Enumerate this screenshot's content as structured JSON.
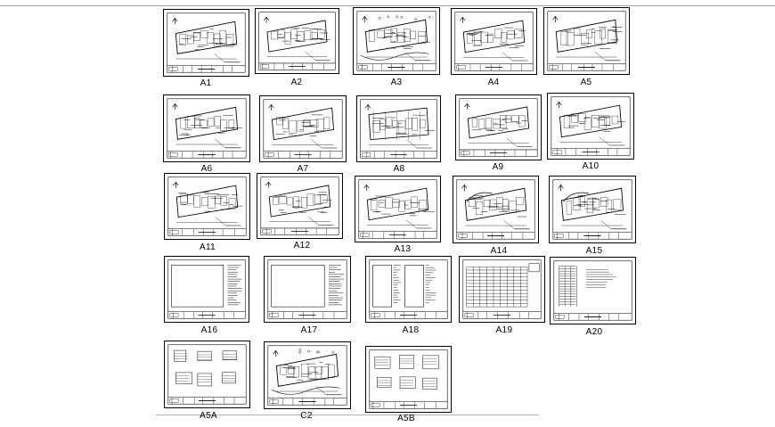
{
  "sheets": [
    {
      "label": "A1",
      "kind": "plan"
    },
    {
      "label": "A2",
      "kind": "plan"
    },
    {
      "label": "A3",
      "kind": "site"
    },
    {
      "label": "A4",
      "kind": "plan"
    },
    {
      "label": "A5",
      "kind": "plan"
    },
    {
      "label": "A6",
      "kind": "plan"
    },
    {
      "label": "A7",
      "kind": "plan"
    },
    {
      "label": "A8",
      "kind": "grid"
    },
    {
      "label": "A9",
      "kind": "plan"
    },
    {
      "label": "A10",
      "kind": "plan"
    },
    {
      "label": "A11",
      "kind": "plan"
    },
    {
      "label": "A12",
      "kind": "plan"
    },
    {
      "label": "A13",
      "kind": "plan"
    },
    {
      "label": "A14",
      "kind": "curve"
    },
    {
      "label": "A15",
      "kind": "curve"
    },
    {
      "label": "A16",
      "kind": "notes"
    },
    {
      "label": "A17",
      "kind": "notes"
    },
    {
      "label": "A18",
      "kind": "double"
    },
    {
      "label": "A19",
      "kind": "table"
    },
    {
      "label": "A20",
      "kind": "elev"
    },
    {
      "label": "A5A",
      "kind": "details"
    },
    {
      "label": "C2",
      "kind": "site"
    },
    {
      "label": "A5B",
      "kind": "details"
    }
  ]
}
